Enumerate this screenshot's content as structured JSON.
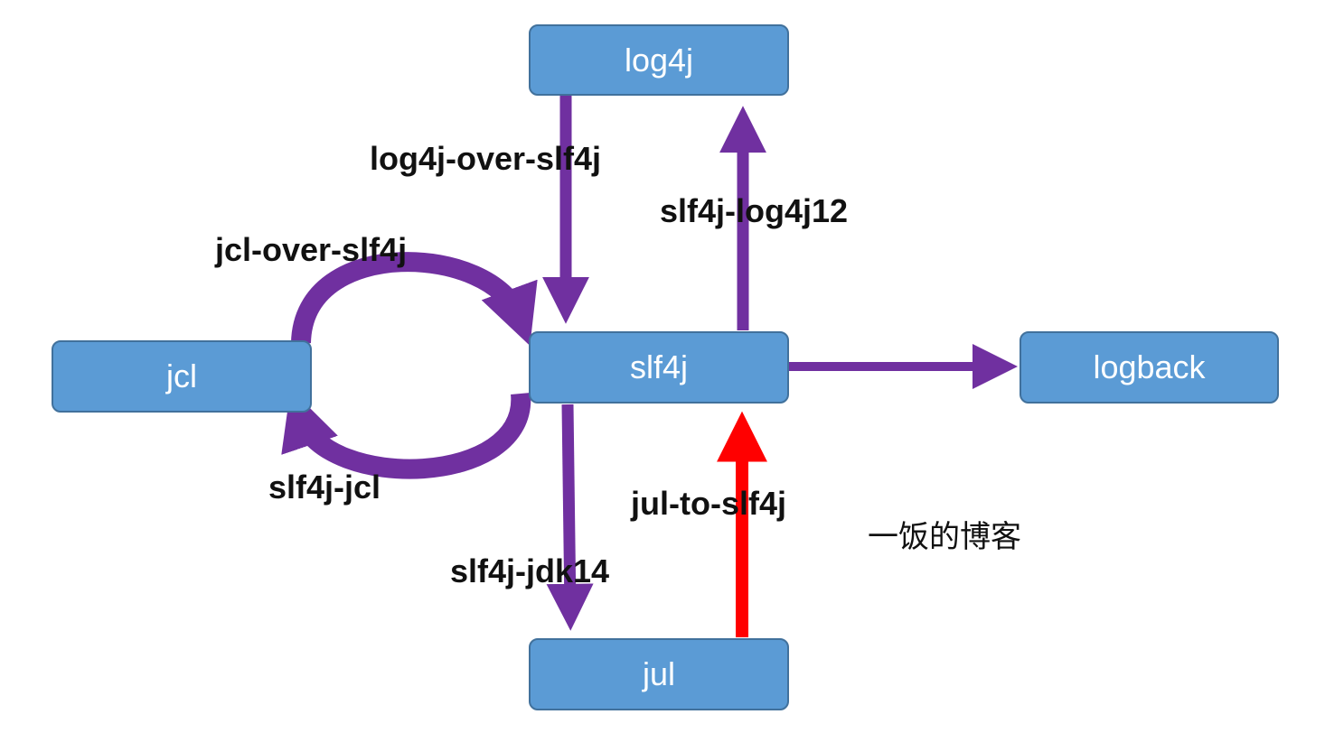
{
  "colors": {
    "node_fill": "#5b9bd5",
    "node_border": "#41719c",
    "arrow_purple": "#7030a0",
    "arrow_red": "#ff0000"
  },
  "nodes": {
    "log4j": "log4j",
    "slf4j": "slf4j",
    "jcl": "jcl",
    "logback": "logback",
    "jul": "jul"
  },
  "edges": {
    "log4j_over_slf4j": "log4j-over-slf4j",
    "slf4j_log4j12": "slf4j-log4j12",
    "jcl_over_slf4j": "jcl-over-slf4j",
    "slf4j_jcl": "slf4j-jcl",
    "slf4j_jdk14": "slf4j-jdk14",
    "jul_to_slf4j": "jul-to-slf4j"
  },
  "watermark": "一饭的博客"
}
